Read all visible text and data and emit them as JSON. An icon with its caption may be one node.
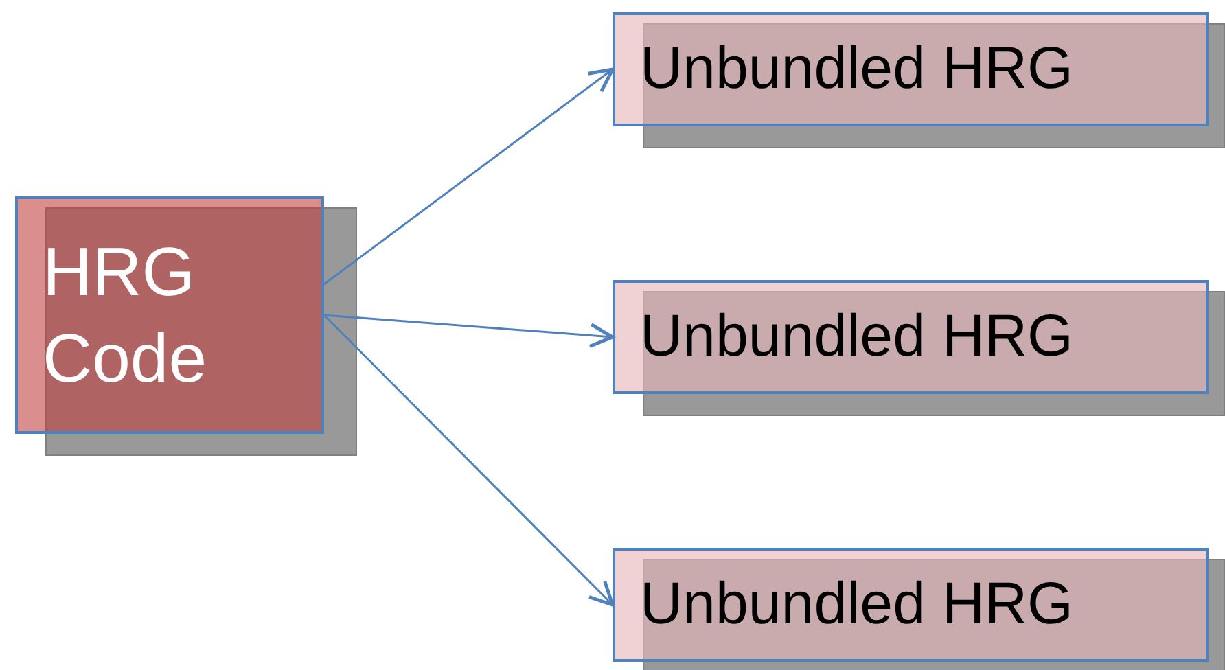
{
  "diagram": {
    "nodes": [
      {
        "text": [
          "HRG Code"
        ]
      },
      {
        "text": [
          "Unbundled HRG"
        ]
      },
      {
        "text": [
          "Unbundled HRG"
        ]
      },
      {
        "text": [
          "Unbundled HRG"
        ]
      }
    ],
    "edges": [
      {
        "from": 0,
        "to": 1,
        "arrow": "to"
      },
      {
        "from": 0,
        "to": 2,
        "arrow": "to"
      },
      {
        "from": 0,
        "to": 3,
        "arrow": "to"
      }
    ]
  }
}
